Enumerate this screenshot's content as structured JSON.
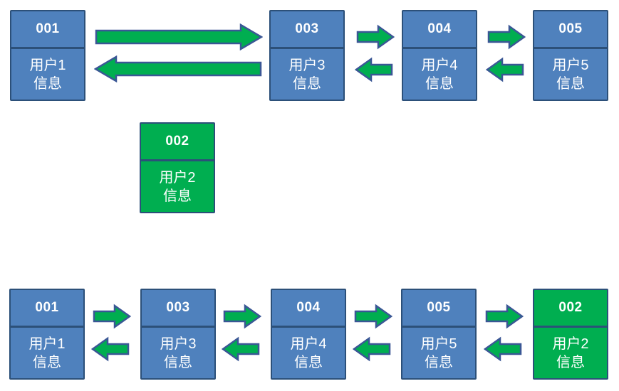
{
  "colors": {
    "node_fill_blue": "#4F81BD",
    "node_fill_green": "#00AE50",
    "node_border": "#2C5079",
    "arrow_fill": "#00AE50",
    "arrow_border": "#3A5795",
    "text": "#FFFFFF",
    "background": "#FFFFFF"
  },
  "icons": {
    "forward": "arrow-right-icon",
    "backward": "arrow-left-icon"
  },
  "top_row": {
    "nodes": [
      {
        "id": "001",
        "info": "用户1\n信息"
      },
      {
        "id": "003",
        "info": "用户3\n信息"
      },
      {
        "id": "004",
        "info": "用户4\n信息"
      },
      {
        "id": "005",
        "info": "用户5\n信息"
      }
    ]
  },
  "detached_node": {
    "id": "002",
    "info": "用户2\n信息"
  },
  "bottom_row": {
    "nodes": [
      {
        "id": "001",
        "info": "用户1\n信息"
      },
      {
        "id": "003",
        "info": "用户3\n信息"
      },
      {
        "id": "004",
        "info": "用户4\n信息"
      },
      {
        "id": "005",
        "info": "用户5\n信息"
      },
      {
        "id": "002",
        "info": "用户2\n信息"
      }
    ]
  }
}
